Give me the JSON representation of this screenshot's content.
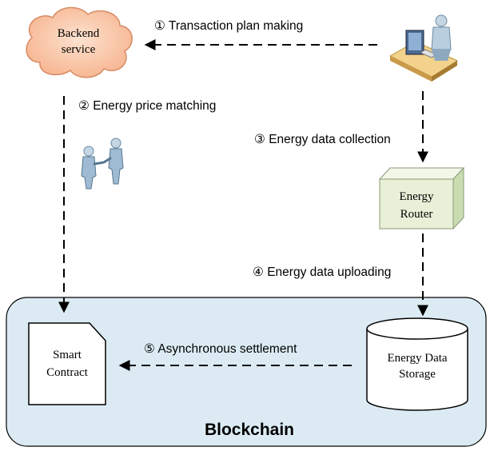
{
  "nodes": {
    "backend": {
      "line1": "Backend",
      "line2": "service"
    },
    "router": {
      "line1": "Energy",
      "line2": "Router"
    },
    "storage": {
      "line1": "Energy Data",
      "line2": "Storage"
    },
    "contract": {
      "line1": "Smart",
      "line2": "Contract"
    },
    "blockchain": {
      "label": "Blockchain"
    }
  },
  "steps": [
    {
      "label": "① Transaction plan making"
    },
    {
      "label": "② Energy price matching"
    },
    {
      "label": "③ Energy data collection"
    },
    {
      "label": "④ Energy data uploading"
    },
    {
      "label": "⑤ Asynchronous settlement"
    }
  ],
  "icons": {
    "user": "user-at-computer-icon",
    "handshake": "handshake-icon"
  },
  "colors": {
    "cloud_fill": "#f9c8a8",
    "cloud_stroke": "#d68a63",
    "router_fill": "#e8f1d8",
    "router_side": "#c9dbb0",
    "blockchain_fill": "#dcebf3",
    "arrow": "#000000"
  }
}
